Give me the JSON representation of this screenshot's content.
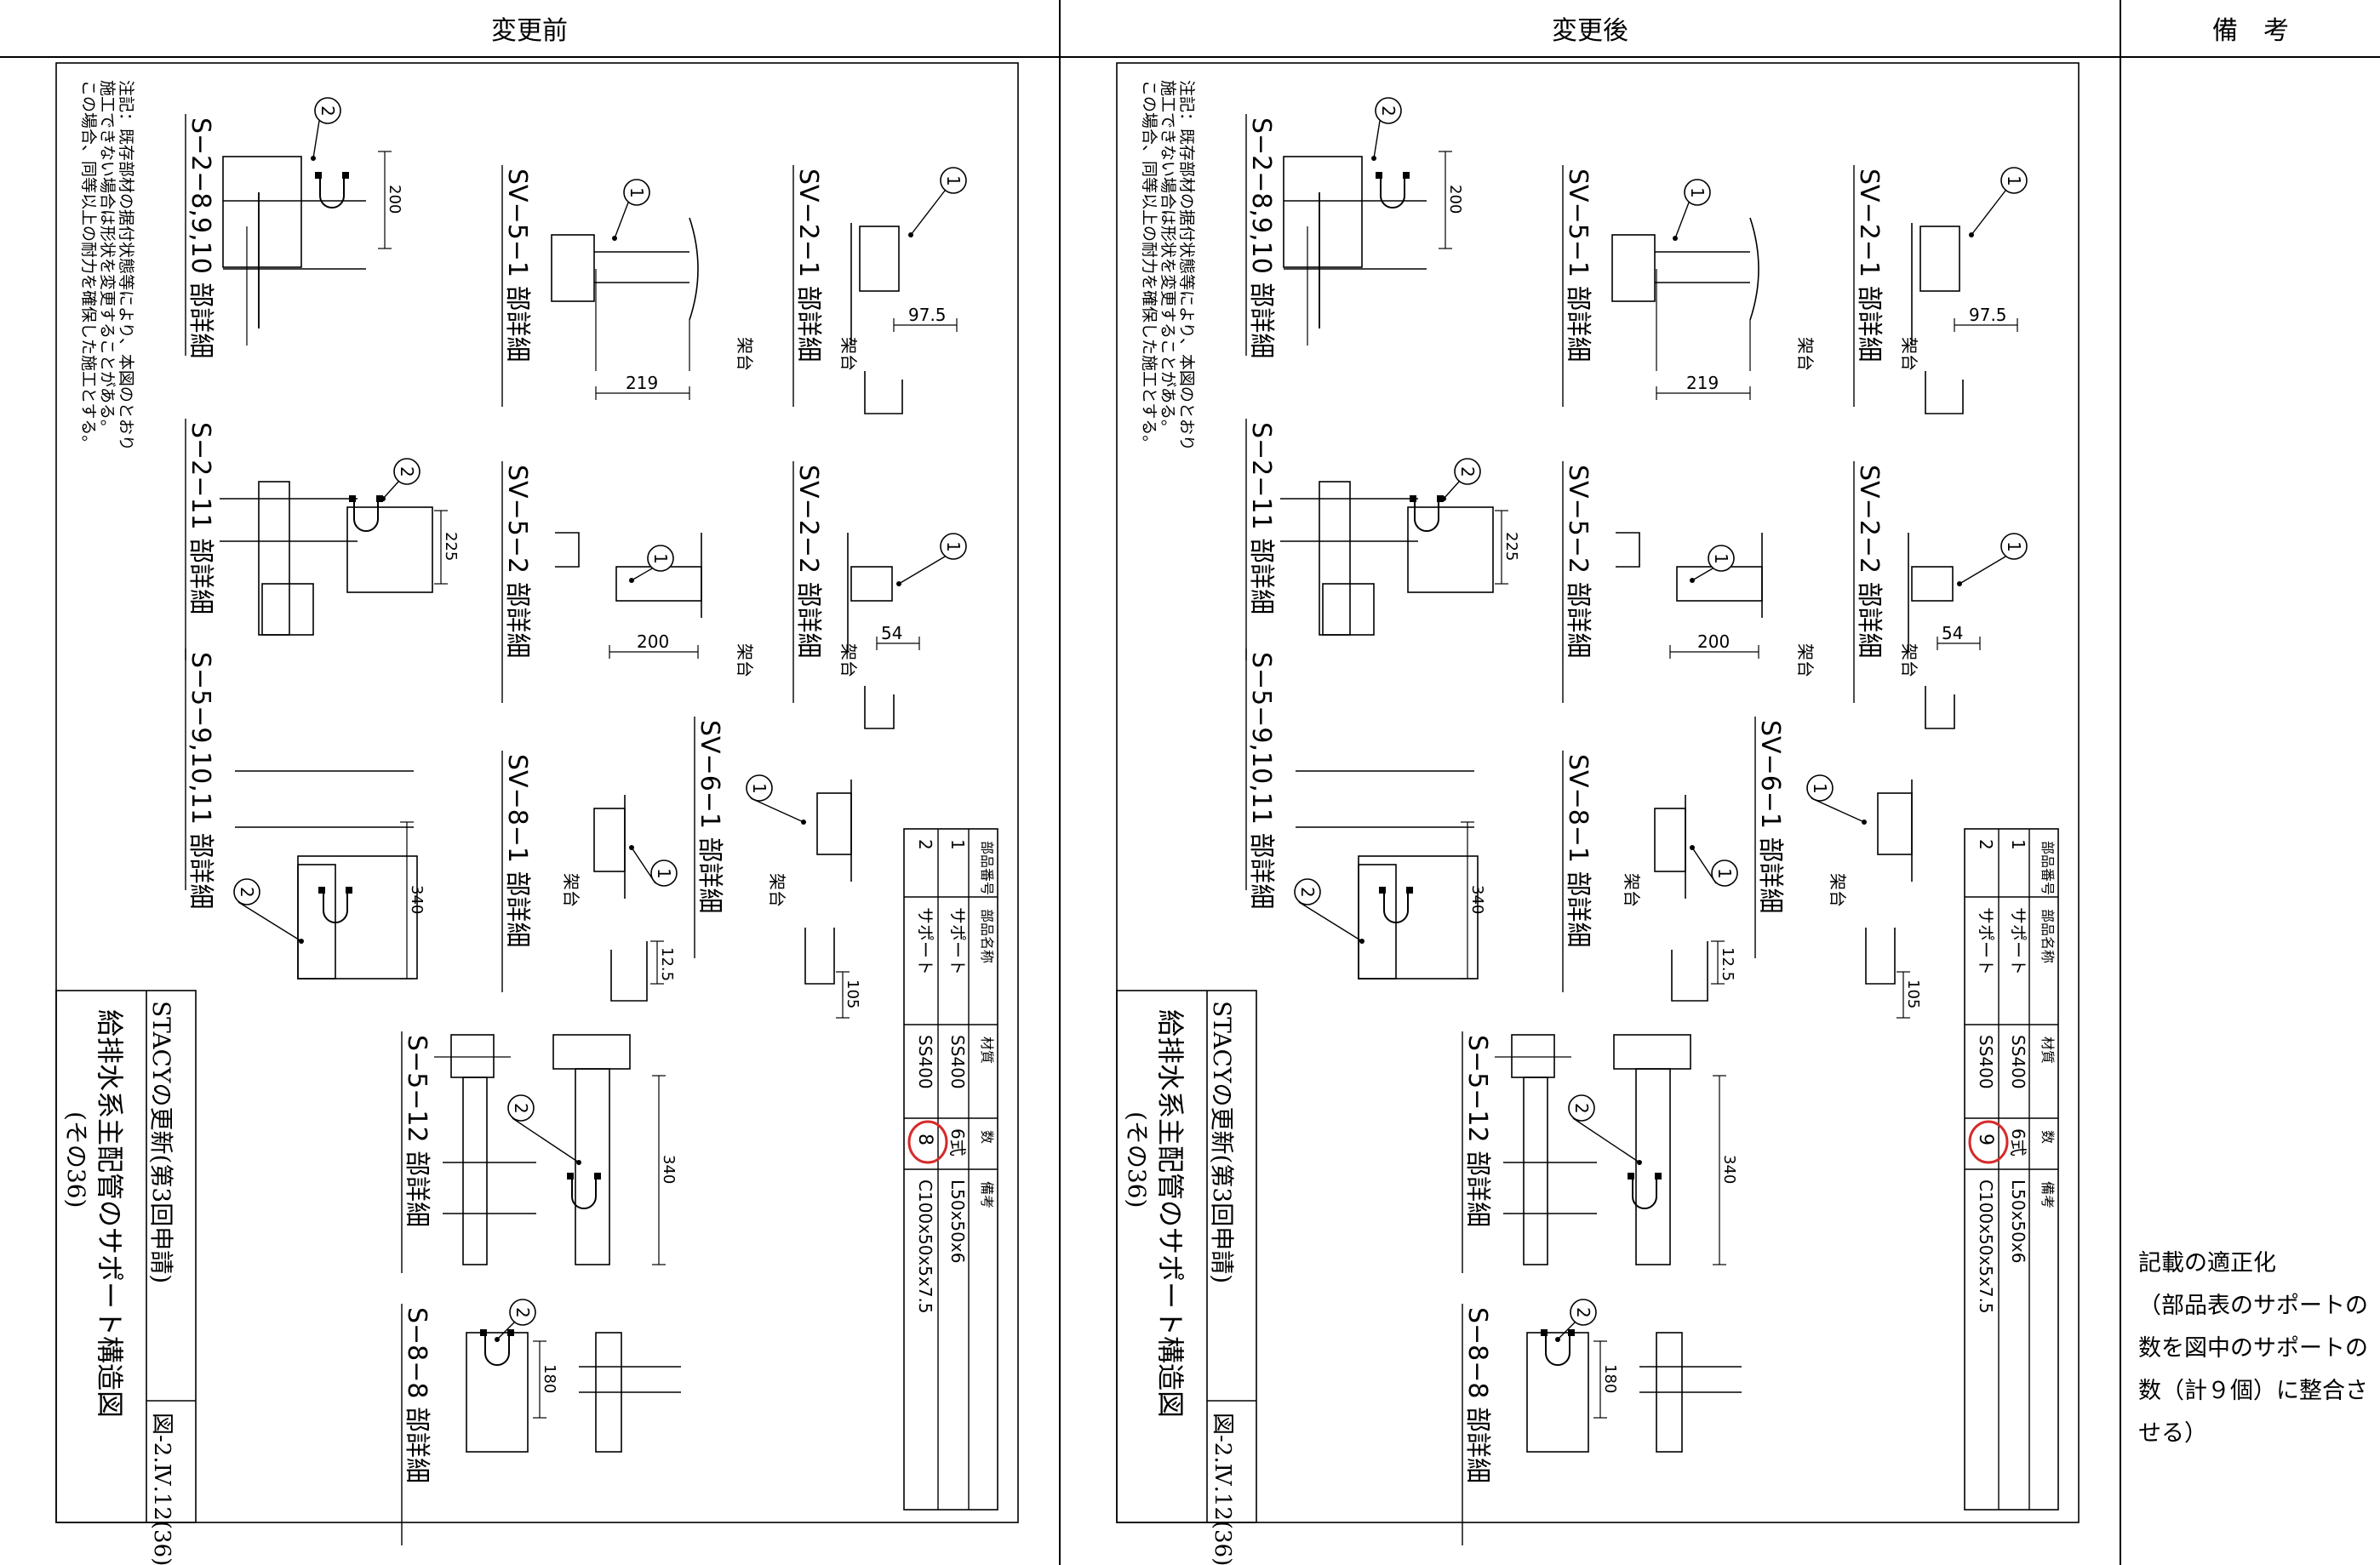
{
  "header": {
    "before": "変更前",
    "after": "変更後",
    "remarks": "備　考"
  },
  "remark_text": "記載の適正化\n（部品表のサポートの数を図中のサポートの数（計９個）に整合させる）",
  "drawing": {
    "note_line1": "注記：既存部材の据付状態等により、本図のとおり",
    "note_line2": "施工できない場合は形状を変更することがある。",
    "note_line3": "この場合、同等以上の耐力を確保した施工とする。",
    "title_line1": "STACYの更新(第3回申請)",
    "title_line2": "給排水系主配管のサポート構造図",
    "title_line3": "(その36)",
    "fig_no": "図-2.Ⅳ.12(36)",
    "details": [
      "S−2−8,9,10 部詳細",
      "SV−5−1 部詳細",
      "SV−2−1 部詳細",
      "S−2−11 部詳細",
      "SV−5−2 部詳細",
      "SV−2−2 部詳細",
      "S−5−9,10,11 部詳細",
      "SV−8−1 部詳細",
      "SV−6−1 部詳細",
      "S−5−12 部詳細",
      "S−8−8 部詳細"
    ],
    "dims": [
      "200",
      "219",
      "97.5",
      "225",
      "200",
      "54",
      "340",
      "12.5",
      "105",
      "340",
      "180"
    ],
    "stand": "架台",
    "callouts": [
      "1",
      "2"
    ],
    "parts_table": {
      "headers": [
        "部品番号",
        "部品名称",
        "材質",
        "数",
        "備考"
      ],
      "rows": [
        [
          "1",
          "サポート",
          "SS400",
          "6式",
          "L50x50x6"
        ],
        [
          "2",
          "サポート",
          "SS400",
          "",
          "C100x50x5x7.5"
        ]
      ],
      "qty_before": "8",
      "qty_after": "9"
    }
  },
  "colors": {
    "line": "#000000",
    "highlight": "#d62a2a"
  }
}
